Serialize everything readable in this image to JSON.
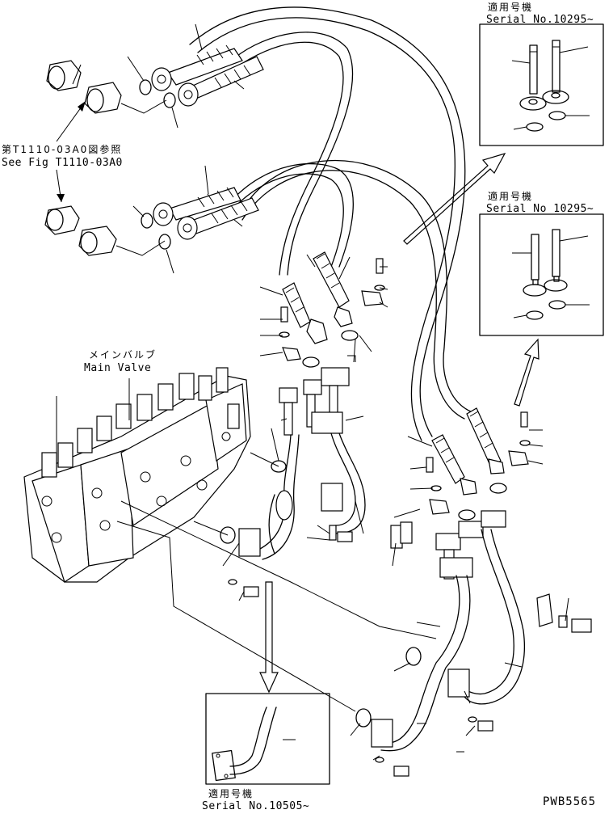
{
  "labels": {
    "serial_top_jp": "適用号機",
    "serial_top": "Serial No.10295~",
    "serial_mid_jp": "適用号機",
    "serial_mid": "Serial No 10295~",
    "serial_bottom_jp": "適用号機",
    "serial_bottom": "Serial No.10505~",
    "ref_jp": "第T1110-03A0図参照",
    "ref_en": "See Fig T1110-03A0",
    "main_valve_jp": "メインバルブ",
    "main_valve_en": "Main Valve",
    "drawing_code": "PWB5565"
  }
}
